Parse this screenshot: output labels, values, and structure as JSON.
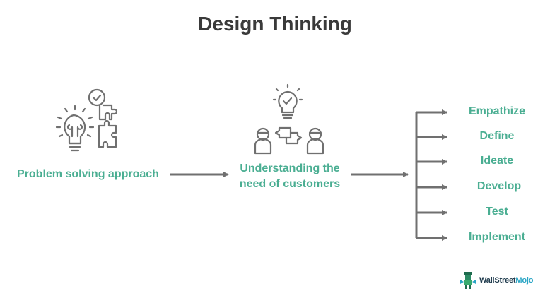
{
  "title": "Design Thinking",
  "nodes": {
    "problem": "Problem solving approach",
    "understanding_line1": "Understanding the",
    "understanding_line2": "need of customers"
  },
  "steps": [
    {
      "label": "Empathize"
    },
    {
      "label": "Define"
    },
    {
      "label": "Ideate"
    },
    {
      "label": "Develop"
    },
    {
      "label": "Test"
    },
    {
      "label": "Implement"
    }
  ],
  "icons": {
    "left": "lightbulb-puzzle-icon",
    "middle": "people-idea-icon"
  },
  "colors": {
    "accent": "#4aae92",
    "line": "#707070",
    "title": "#3a3a3a"
  },
  "logo": {
    "part1": "Wall",
    "part2": "Street",
    "part3": "Mojo"
  }
}
